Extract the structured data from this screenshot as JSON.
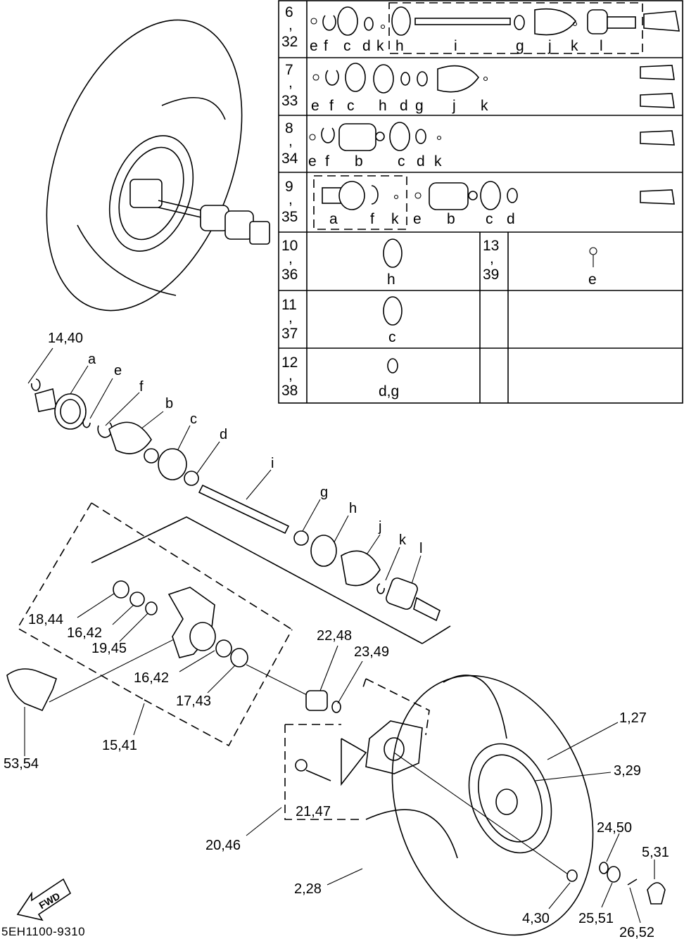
{
  "callouts": {
    "c14_40": "14,40",
    "ca": "a",
    "ce": "e",
    "cf": "f",
    "cb": "b",
    "cc": "c",
    "cd": "d",
    "ci": "i",
    "cg": "g",
    "ch": "h",
    "cj": "j",
    "ck": "k",
    "cl": "l",
    "c18_44": "18,44",
    "c16_42a": "16,42",
    "c19_45": "19,45",
    "c16_42b": "16,42",
    "c17_43": "17,43",
    "c15_41": "15,41",
    "c53_54": "53,54",
    "c22_48": "22,48",
    "c23_49": "23,49",
    "c1_27": "1,27",
    "c3_29": "3,29",
    "c21_47": "21,47",
    "c20_46": "20,46",
    "c2_28": "2,28",
    "c24_50": "24,50",
    "c5_31": "5,31",
    "c4_30": "4,30",
    "c25_51": "25,51",
    "c26_52": "26,52"
  },
  "table": {
    "rows": [
      {
        "num": "6",
        "sep": ",",
        "num2": "32",
        "letters": [
          "e",
          "f",
          "c",
          "d",
          "k",
          "h",
          "i",
          "g",
          "j",
          "k",
          "l"
        ]
      },
      {
        "num": "7",
        "sep": ",",
        "num2": "33",
        "letters": [
          "e",
          "f",
          "c",
          "h",
          "d",
          "g",
          "j",
          "k"
        ]
      },
      {
        "num": "8",
        "sep": ",",
        "num2": "34",
        "letters": [
          "e",
          "f",
          "b",
          "c",
          "d",
          "k"
        ]
      },
      {
        "num": "9",
        "sep": ",",
        "num2": "35",
        "letters": [
          "a",
          "f",
          "k",
          "e",
          "b",
          "c",
          "d"
        ]
      },
      {
        "num": "10",
        "sep": ",",
        "num2": "36",
        "letters": [
          "h"
        ]
      },
      {
        "num": "11",
        "sep": ",",
        "num2": "37",
        "letters": [
          "c"
        ]
      },
      {
        "num": "12",
        "sep": ",",
        "num2": "38",
        "letters": [
          "d,g"
        ]
      },
      {
        "num": "13",
        "sep": ",",
        "num2": "39",
        "letters": [
          "e"
        ]
      }
    ]
  },
  "fwd_label": "FWD",
  "part_code": "5EH1100-9310"
}
